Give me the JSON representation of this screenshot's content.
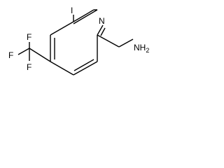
{
  "structure": {
    "atoms": {
      "iodine": "I",
      "ring_nitrogen": "N",
      "fluorine_top": "F",
      "fluorine_left": "F",
      "fluorine_bottom": "F",
      "amine": "NH",
      "amine_subscript": "2"
    }
  },
  "colors": {
    "bond": "#000000",
    "label": "#000000",
    "background": "#ffffff"
  }
}
